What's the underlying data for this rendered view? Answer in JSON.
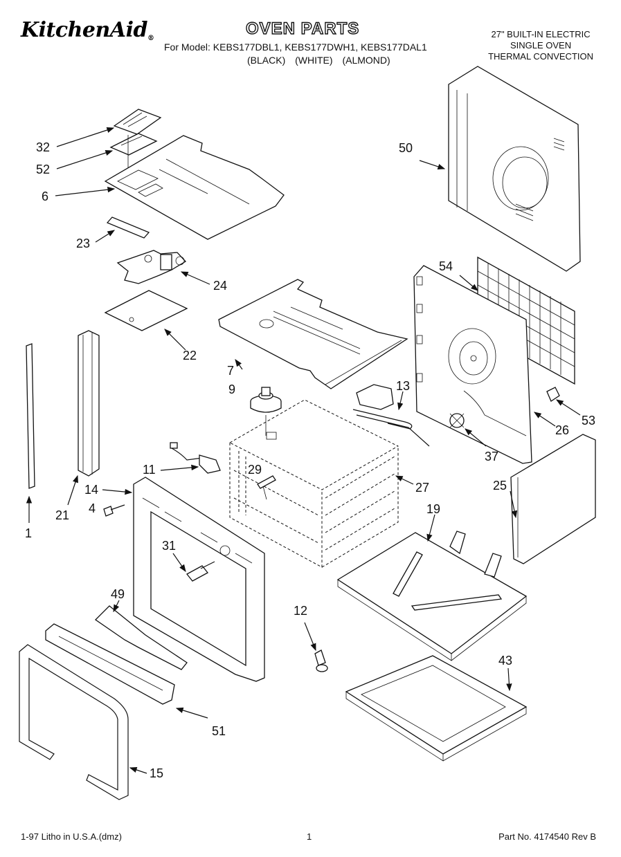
{
  "header": {
    "brand": "KitchenAid",
    "brand_mark": "®",
    "title": "OVEN PARTS",
    "model_line": "For Model: KEBS177DBL1, KEBS177DWH1, KEBS177DAL1",
    "color_line": "(BLACK) (WHITE) (ALMOND)",
    "type_lines": [
      "27\" BUILT-IN ELECTRIC",
      "SINGLE OVEN",
      "THERMAL CONVECTION"
    ]
  },
  "callouts": [
    {
      "id": "c32",
      "text": "32"
    },
    {
      "id": "c52",
      "text": "52"
    },
    {
      "id": "c6",
      "text": "6"
    },
    {
      "id": "c23",
      "text": "23"
    },
    {
      "id": "c24",
      "text": "24"
    },
    {
      "id": "c22",
      "text": "22"
    },
    {
      "id": "c7",
      "text": "7"
    },
    {
      "id": "c9",
      "text": "9"
    },
    {
      "id": "c13",
      "text": "13"
    },
    {
      "id": "c50",
      "text": "50"
    },
    {
      "id": "c54",
      "text": "54"
    },
    {
      "id": "c53",
      "text": "53"
    },
    {
      "id": "c26",
      "text": "26"
    },
    {
      "id": "c37",
      "text": "37"
    },
    {
      "id": "c25",
      "text": "25"
    },
    {
      "id": "c27",
      "text": "27"
    },
    {
      "id": "c29",
      "text": "29"
    },
    {
      "id": "c11",
      "text": "11"
    },
    {
      "id": "c14",
      "text": "14"
    },
    {
      "id": "c4",
      "text": "4"
    },
    {
      "id": "c21",
      "text": "21"
    },
    {
      "id": "c1",
      "text": "1"
    },
    {
      "id": "c31",
      "text": "31"
    },
    {
      "id": "c19",
      "text": "19"
    },
    {
      "id": "c49",
      "text": "49"
    },
    {
      "id": "c12",
      "text": "12"
    },
    {
      "id": "c43",
      "text": "43"
    },
    {
      "id": "c51",
      "text": "51"
    },
    {
      "id": "c15",
      "text": "15"
    }
  ],
  "footer": {
    "left": "1-97 Litho in U.S.A.(dmz)",
    "page": "1",
    "part_no": "Part No. 4174540 Rev B"
  }
}
